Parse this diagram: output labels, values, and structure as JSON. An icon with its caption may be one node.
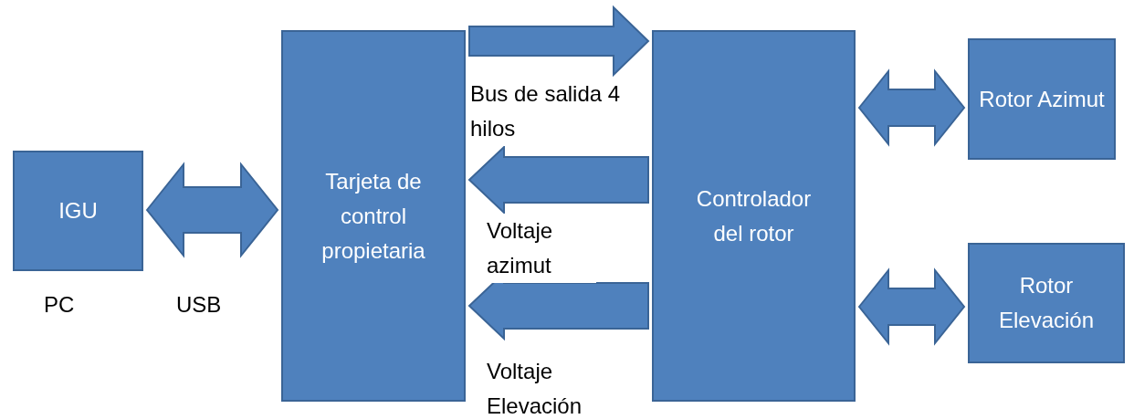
{
  "diagram": {
    "nodes": [
      {
        "text": [
          "IGU"
        ],
        "beside": [
          "PC"
        ]
      },
      {
        "text": [
          "Tarjeta de control propietaria"
        ]
      },
      {
        "text": [
          "Controlador del rotor"
        ]
      },
      {
        "text": [
          "Rotor Azimut"
        ]
      },
      {
        "text": [
          "Rotor Elevación"
        ]
      }
    ],
    "edges": [
      {
        "from": 0,
        "to": 1,
        "arrow": "both",
        "label": "USB"
      },
      {
        "from": 1,
        "to": 2,
        "arrow": "to",
        "label": "Bus de salida 4 hilos"
      },
      {
        "from": 2,
        "to": 1,
        "arrow": "to",
        "label": "Voltaje azimut"
      },
      {
        "from": 2,
        "to": 1,
        "arrow": "to",
        "label": "Voltaje Elevación"
      },
      {
        "from": 2,
        "to": 3,
        "arrow": "both"
      },
      {
        "from": 2,
        "to": 4,
        "arrow": "both"
      }
    ]
  }
}
